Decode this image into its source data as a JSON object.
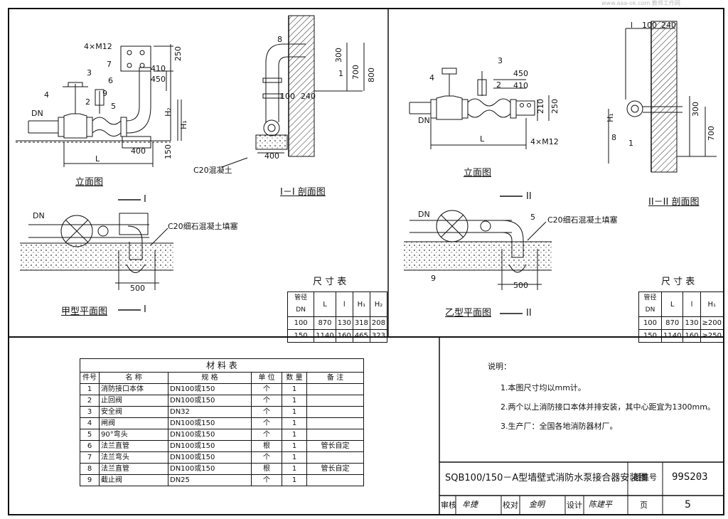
{
  "drawing_a": {
    "front_title": "立面图",
    "section_title": "I－I 剖面图",
    "plan_title": "甲型平面图",
    "section_mark": "I",
    "concrete_label": "C20混凝土",
    "fill_label": "C20细石混凝土填塞",
    "dn": "DN",
    "bolt": "4×M12",
    "h2": "H₂",
    "h1": "H₁",
    "L": "L",
    "dims": {
      "d250": "250",
      "d410": "410",
      "d450": "450",
      "d400": "400",
      "d150": "150",
      "d300": "300",
      "d700": "700",
      "d800": "800",
      "d100": "100",
      "d240": "240",
      "d400b": "400",
      "d500": "500"
    },
    "callouts": [
      "4",
      "3",
      "2",
      "9",
      "5",
      "6",
      "7",
      "8",
      "1"
    ]
  },
  "drawing_b": {
    "front_title": "立面图",
    "section_title": "II－II 剖面图",
    "plan_title": "乙型平面图",
    "section_mark": "II",
    "fill_label": "C20细石混凝土填塞",
    "dn": "DN",
    "bolt": "4×M12",
    "h1": "H₁",
    "L": "L",
    "l": "l",
    "dims": {
      "d100": "100",
      "d240": "240",
      "d450": "450",
      "d410": "410",
      "d210": "210",
      "d250": "250",
      "d300": "300",
      "d700": "700",
      "d500": "500"
    },
    "callouts": [
      "3",
      "4",
      "2",
      "8",
      "1",
      "5",
      "9"
    ]
  },
  "dim_table_a": {
    "title": "尺 寸 表",
    "headers": [
      "管径 DN",
      "L",
      "l",
      "H₁",
      "H₂"
    ],
    "rows": [
      [
        "100",
        "870",
        "130",
        "318",
        "208"
      ],
      [
        "150",
        "1140",
        "160",
        "465",
        "323"
      ]
    ]
  },
  "dim_table_b": {
    "title": "尺 寸 表",
    "headers": [
      "管径 DN",
      "L",
      "l",
      "H₁"
    ],
    "rows": [
      [
        "100",
        "870",
        "130",
        "≥200"
      ],
      [
        "150",
        "1140",
        "160",
        "≥250"
      ]
    ]
  },
  "materials": {
    "title": "材 料 表",
    "headers": [
      "件号",
      "名 称",
      "规 格",
      "单 位",
      "数 量",
      "备 注"
    ],
    "rows": [
      [
        "1",
        "消防接口本体",
        "DN100或150",
        "个",
        "1",
        ""
      ],
      [
        "2",
        "止回阀",
        "DN100或150",
        "个",
        "1",
        ""
      ],
      [
        "3",
        "安全阀",
        "DN32",
        "个",
        "1",
        ""
      ],
      [
        "4",
        "闸阀",
        "DN100或150",
        "个",
        "1",
        ""
      ],
      [
        "5",
        "90°弯头",
        "DN100或150",
        "个",
        "1",
        ""
      ],
      [
        "6",
        "法兰直管",
        "DN100或150",
        "根",
        "1",
        "管长自定"
      ],
      [
        "7",
        "法兰弯头",
        "DN100或150",
        "个",
        "1",
        ""
      ],
      [
        "8",
        "法兰直管",
        "DN100或150",
        "根",
        "1",
        "管长自定"
      ],
      [
        "9",
        "截止阀",
        "DN25",
        "个",
        "1",
        ""
      ]
    ]
  },
  "notes": {
    "heading": "说明：",
    "items": [
      "1.本图尺寸均以mm计。",
      "2.两个以上消防接口本体并排安装，其中心距宜为1300mm。",
      "3.生产厂：全国各地消防器材厂。"
    ]
  },
  "title_block": {
    "title": "SQB100/150－A型墙壁式消防水泵接合器安装图",
    "atlas_label": "图集号",
    "atlas_no": "99S203",
    "review_label": "审核",
    "review_sig": "牟捷",
    "check_label": "校对",
    "check_sig": "金明",
    "design_label": "设计",
    "design_sig": "陈建平",
    "page_label": "页",
    "page_no": "5"
  },
  "watermark": "www.aaa-ok.com 教师工作网"
}
